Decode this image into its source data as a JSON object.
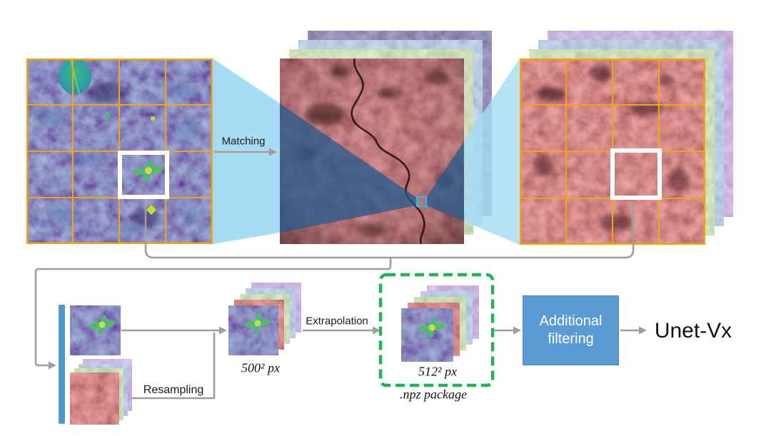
{
  "labels": {
    "matching": "Matching",
    "resampling": "Resampling",
    "extrapolation": "Extrapolation",
    "tile_size_resampled": "500² px",
    "tile_size_extrapolated": "512² px",
    "package_format": ".npz package",
    "filter_box": "Additional filtering",
    "output_model": "Unet-Vx"
  },
  "panels": {
    "lidar_tile_grid": {
      "rows": 4,
      "cols": 4,
      "highlight": "white-square"
    },
    "reference_tile_grid": {
      "rows": 4,
      "cols": 4,
      "highlight": "white-square"
    },
    "reference_stack_layers": 4,
    "target_stack_layers": 4
  },
  "colors": {
    "background": "#FFFFFF",
    "grid_line_orange": "#F2A413",
    "highlight_square_white": "#FFFFFF",
    "match_square_blue": "#2FB3E8",
    "projection_cone_blue": "#A6DCF4",
    "cone_over_image_blue": "rgba(35,90,140,0.75)",
    "connector_gray": "#9E9E9E",
    "concat_bar_blue": "#4E96CC",
    "process_box_blue": "#5B9BD5",
    "dashed_box_green": "#1FB454",
    "label_text": "#1A1A1A"
  }
}
